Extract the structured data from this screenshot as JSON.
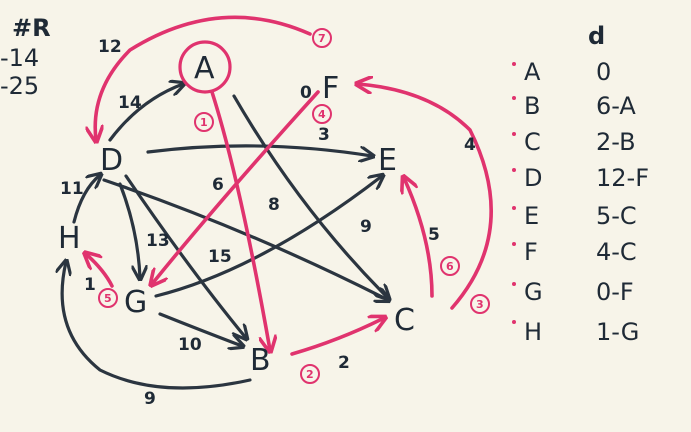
{
  "corner_notes": [
    "#R",
    "-14",
    "-25"
  ],
  "nodes": [
    "A",
    "B",
    "C",
    "D",
    "E",
    "F",
    "G",
    "H"
  ],
  "source_node": "A",
  "edge_weights": [
    "12",
    "14",
    "11",
    "0",
    "3",
    "6",
    "8",
    "13",
    "15",
    "9",
    "5",
    "4",
    "10",
    "2",
    "9",
    "1"
  ],
  "visit_order": [
    "1",
    "2",
    "3",
    "4",
    "5",
    "6",
    "7"
  ],
  "table": {
    "header": "d",
    "rows": [
      {
        "node": "A",
        "value": "0"
      },
      {
        "node": "B",
        "value": "6-A"
      },
      {
        "node": "C",
        "value": "2-B"
      },
      {
        "node": "D",
        "value": "12-F"
      },
      {
        "node": "E",
        "value": "5-C"
      },
      {
        "node": "F",
        "value": "4-C"
      },
      {
        "node": "G",
        "value": "0-F"
      },
      {
        "node": "H",
        "value": "1-G"
      }
    ]
  },
  "colors": {
    "ink": "#1f2a36",
    "highlight": "#e0336e",
    "background": "#f7f4e9"
  }
}
